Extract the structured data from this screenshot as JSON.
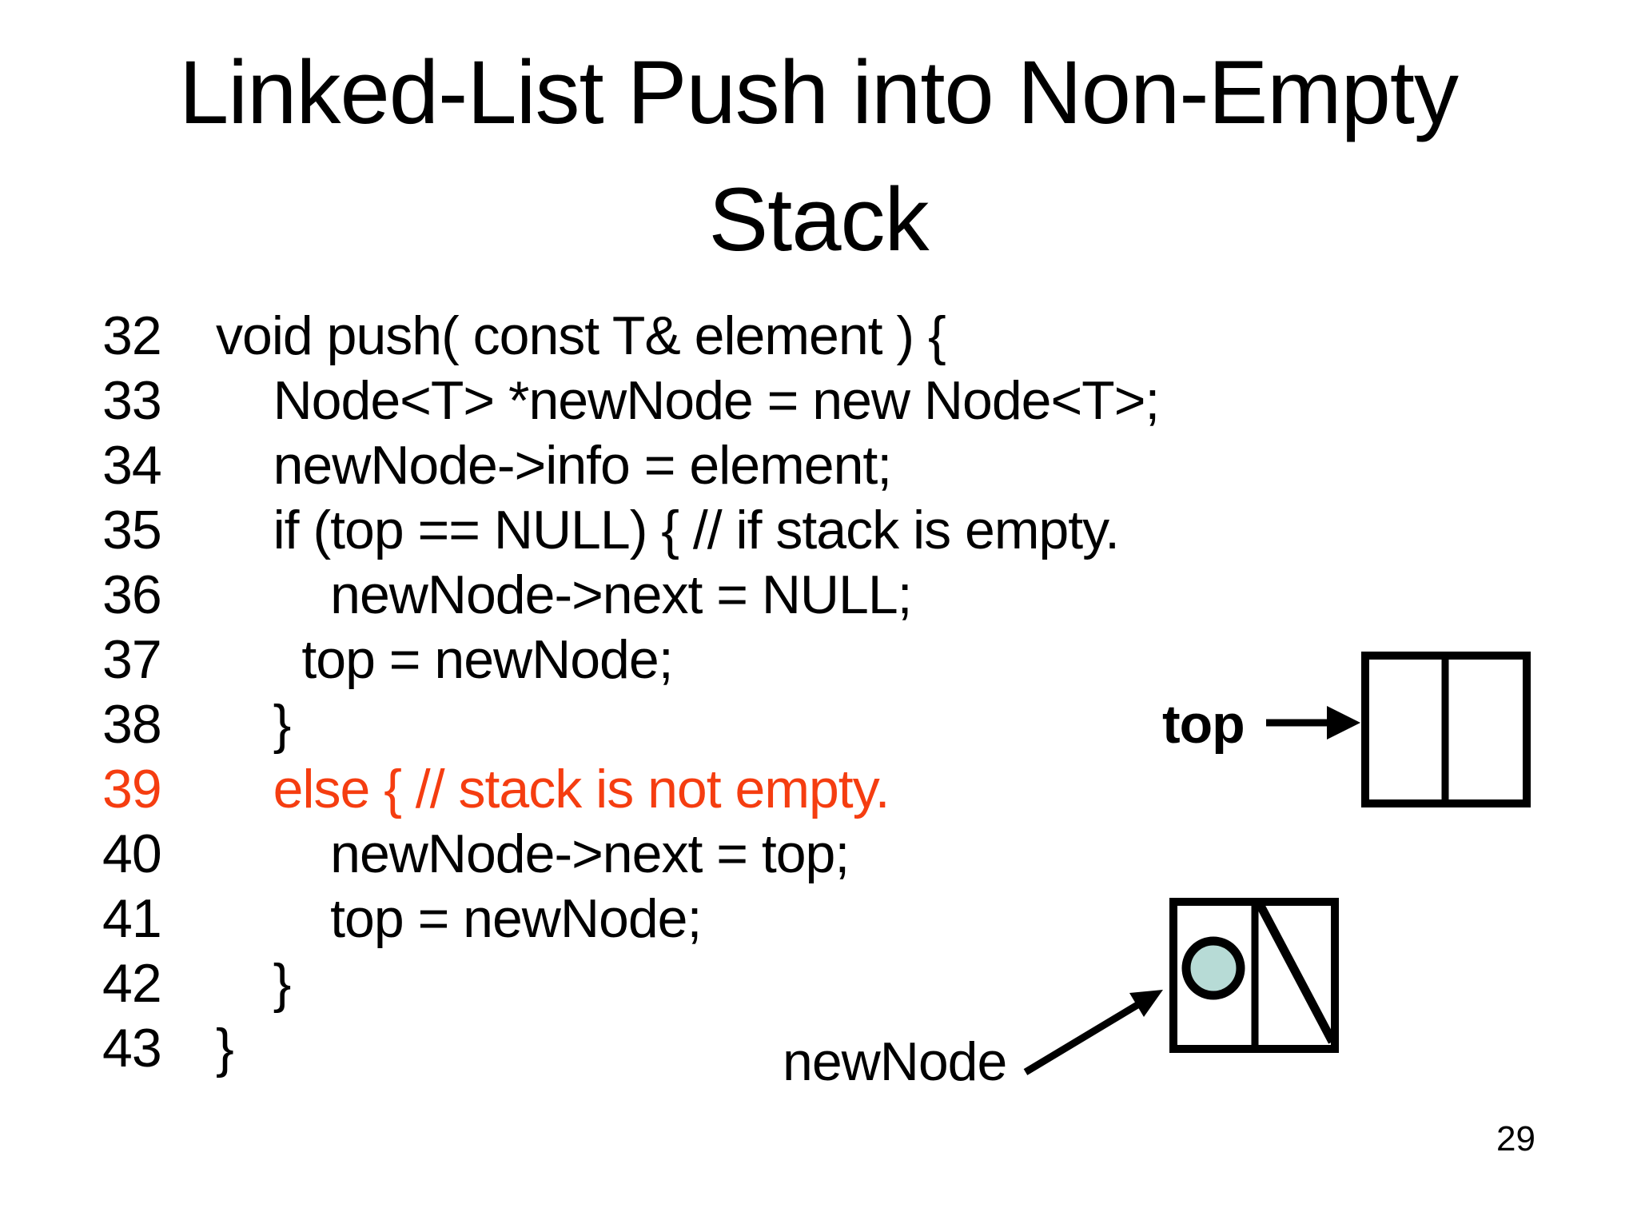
{
  "slide": {
    "title_line1": "Linked-List Push into Non-Empty",
    "title_line2": "Stack",
    "page_number": "29"
  },
  "colors": {
    "highlight": "#f53d10",
    "text": "#000000",
    "background": "#ffffff",
    "node_circle_fill": "#b7dbd6",
    "diagram_stroke": "#000000"
  },
  "code": {
    "lines": [
      {
        "num": "32",
        "text": "void push( const T& element ) {"
      },
      {
        "num": "33",
        "text": "    Node<T> *newNode = new Node<T>;"
      },
      {
        "num": "34",
        "text": "    newNode->info = element;"
      },
      {
        "num": "35",
        "text": "    if (top == NULL) { // if stack is empty."
      },
      {
        "num": "36",
        "text": "        newNode->next = NULL;"
      },
      {
        "num": "37",
        "text": "      top = newNode;"
      },
      {
        "num": "38",
        "text": "    }"
      },
      {
        "num": "39",
        "text": "    else { // stack is not empty.",
        "highlighted": true
      },
      {
        "num": "40",
        "text": "        newNode->next = top;"
      },
      {
        "num": "41",
        "text": "        top = newNode;"
      },
      {
        "num": "42",
        "text": "    }"
      },
      {
        "num": "43",
        "text": "}"
      }
    ]
  },
  "diagrams": {
    "top_pointer": {
      "label": "top"
    },
    "new_node": {
      "label": "newNode"
    }
  }
}
